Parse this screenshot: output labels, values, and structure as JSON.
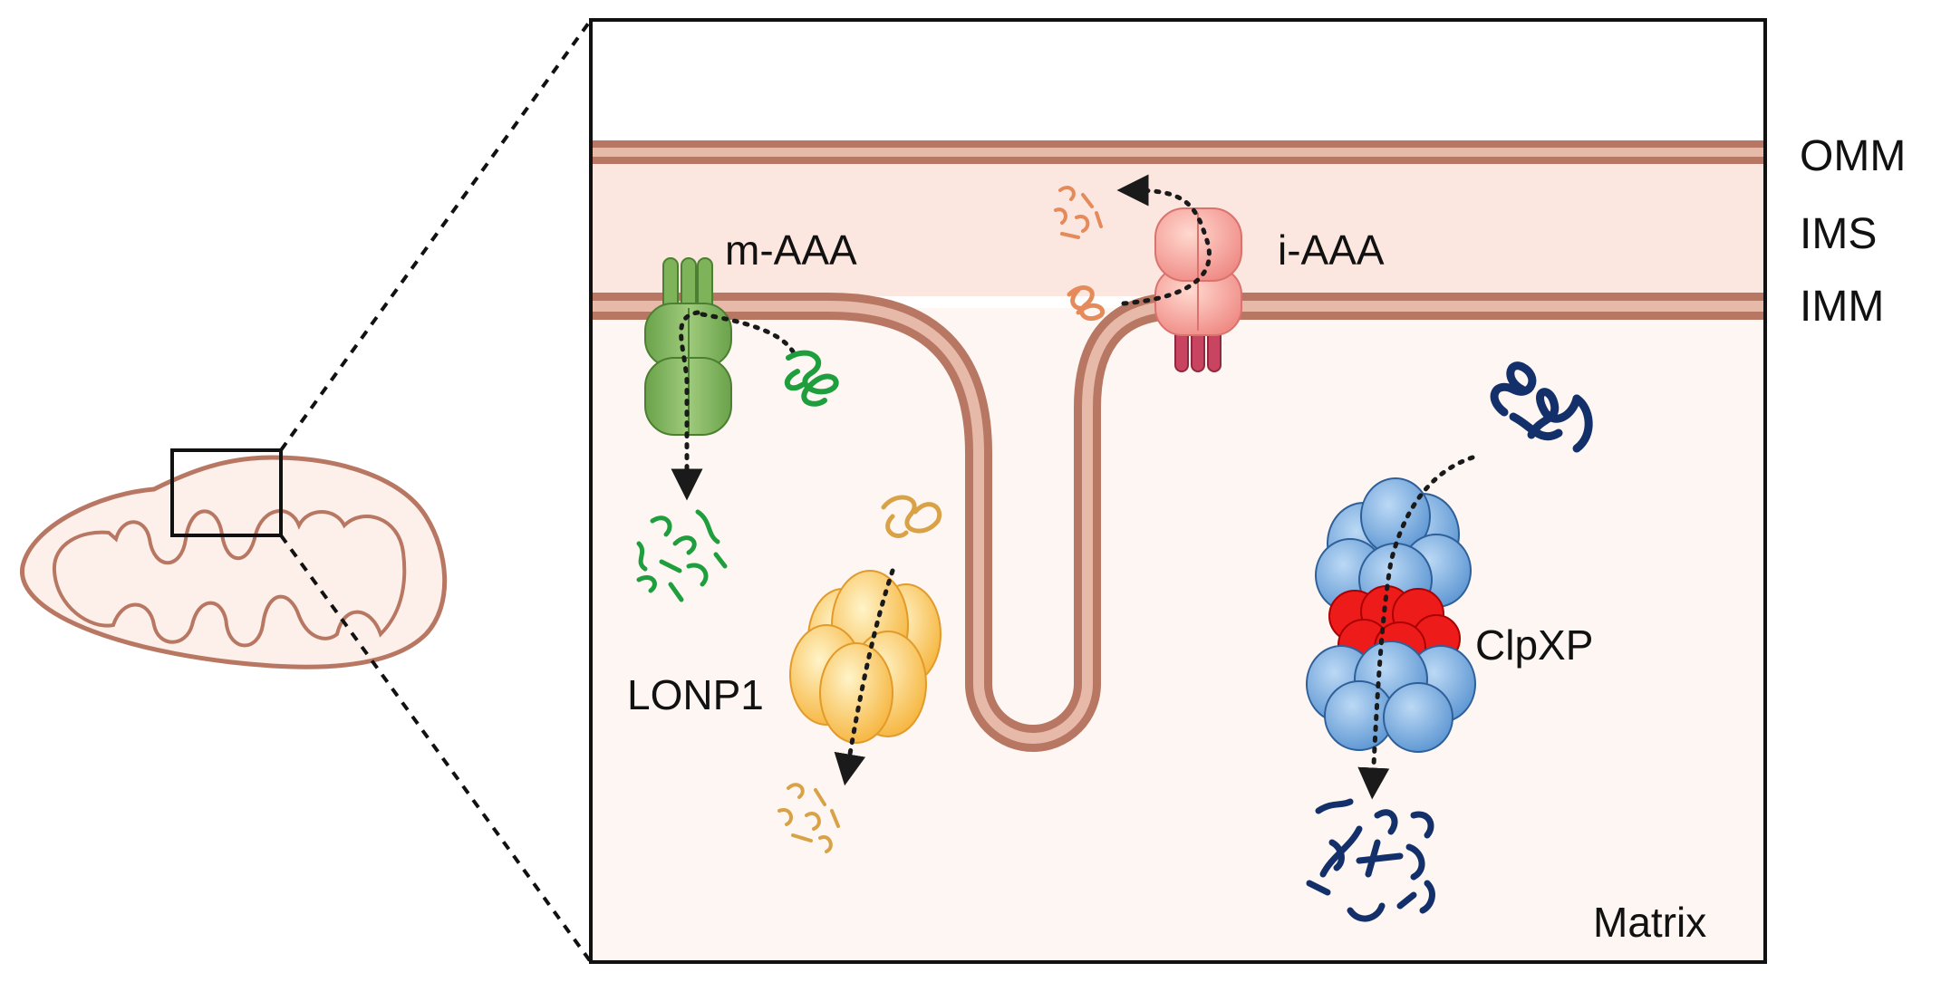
{
  "labels": {
    "omm": "OMM",
    "ims": "IMS",
    "imm": "IMM",
    "matrix": "Matrix",
    "m_aaa": "m-AAA",
    "i_aaa": "i-AAA",
    "lonp1": "LONP1",
    "clpxp": "ClpXP"
  },
  "colors": {
    "membrane": "#b87763",
    "membrane_inner": "#e7b9a8",
    "ims_fill": "#fbe7df",
    "matrix_fill": "#fdf6f2",
    "m_aaa": "#7fb35a",
    "i_aaa": "#f08b86",
    "lonp1": "#f6b43c",
    "clpx": "#5b95d2",
    "clpp": "#ee1b1b",
    "substrate_green": "#1f9e3e",
    "substrate_orange": "#e58a5a",
    "substrate_gold": "#d9a247",
    "substrate_navy": "#13306b"
  },
  "icons": [
    "mitochondrion-icon",
    "m-aaa-protease-icon",
    "i-aaa-protease-icon",
    "lonp1-protease-icon",
    "clpxp-protease-icon",
    "substrate-protein-icon",
    "peptide-fragments-icon"
  ]
}
